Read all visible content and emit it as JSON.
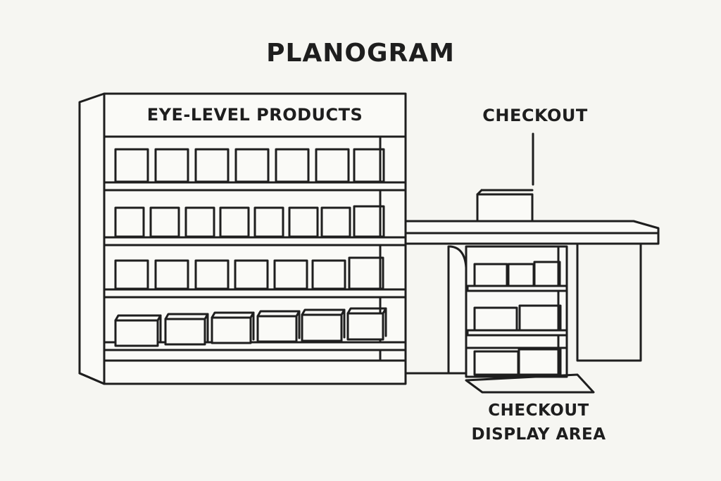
{
  "diagram": {
    "title": "PLANOGRAM",
    "shelf_header": "EYE-LEVEL PRODUCTS",
    "checkout_label": "CHECKOUT",
    "display_area_label": [
      "CHECKOUT",
      "DISPLAY AREA"
    ]
  },
  "shelving_unit": {
    "shelves": [
      {
        "product_count": 7,
        "product_type": "upright"
      },
      {
        "product_count": 8,
        "product_type": "upright"
      },
      {
        "product_count": 7,
        "product_type": "upright"
      },
      {
        "product_count": 6,
        "product_type": "boxed"
      }
    ]
  },
  "checkout_display": {
    "shelves": [
      {
        "product_count": 3
      },
      {
        "product_count": 2
      },
      {
        "product_count": 2
      }
    ]
  },
  "colors": {
    "ink": "#1e1e1e",
    "background": "#f6f6f2",
    "fill": "#fafaf7"
  }
}
